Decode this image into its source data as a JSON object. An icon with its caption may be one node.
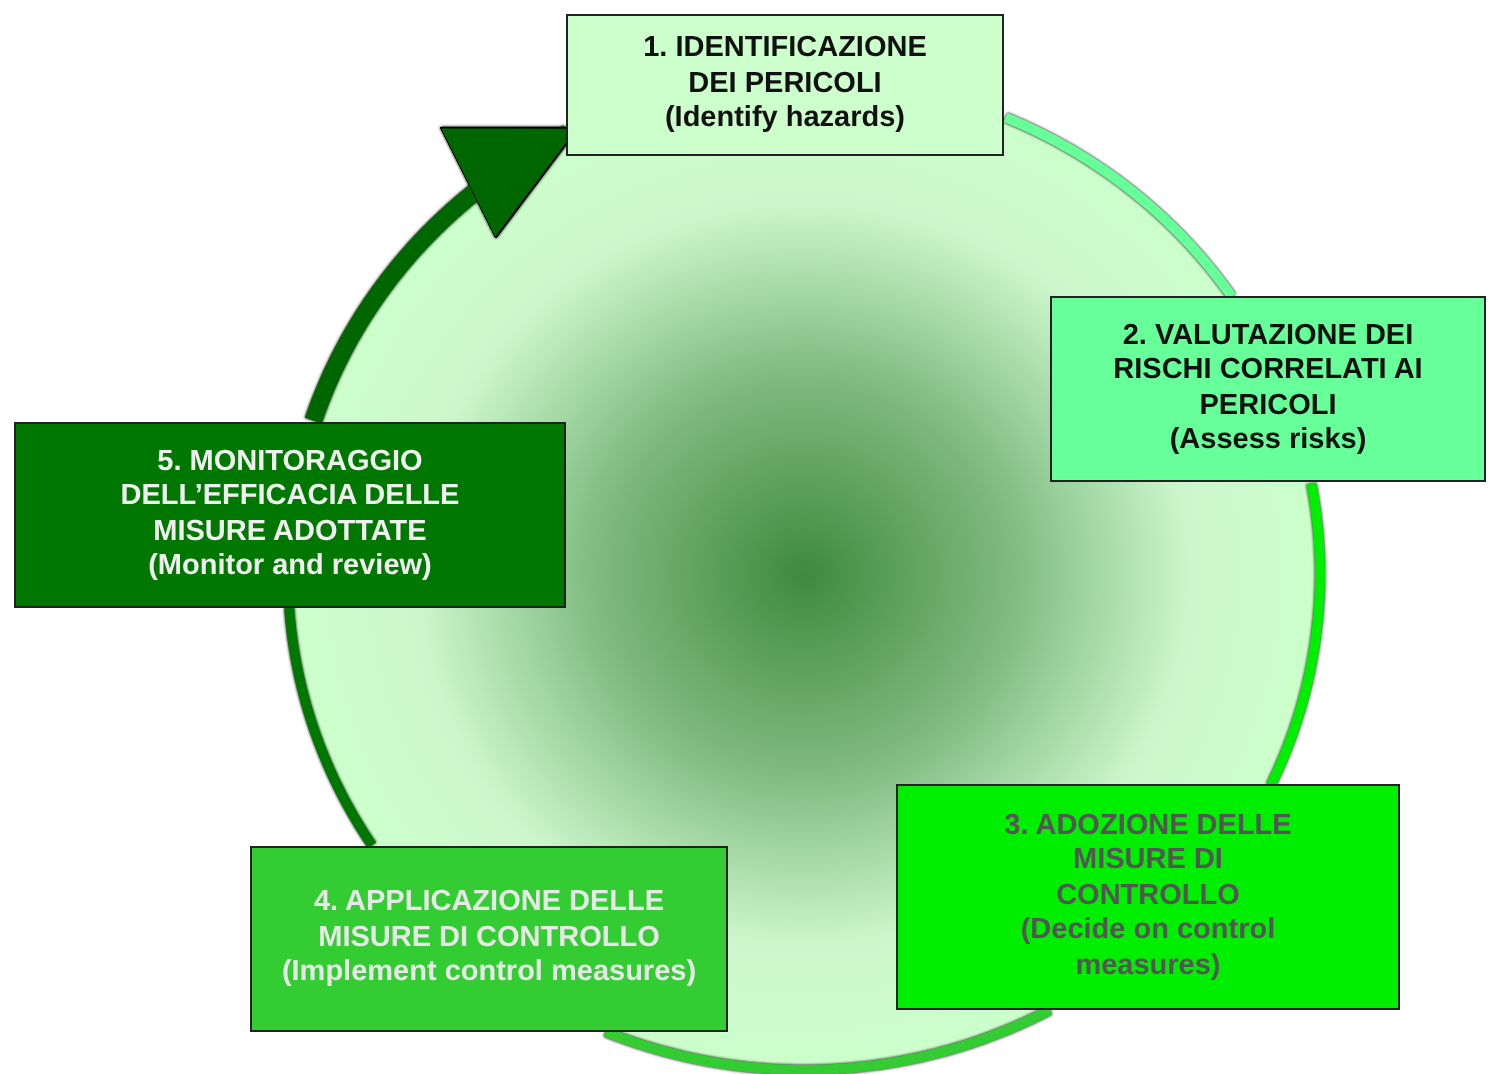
{
  "diagram": {
    "nodes": [
      {
        "text": [
          "1. IDENTIFICAZIONE DEI PERICOLI",
          "(Identify hazards)"
        ]
      },
      {
        "text": [
          "2. VALUTAZIONE DEI RISCHI CORRELATI AI PERICOLI",
          "(Assess risks)"
        ]
      },
      {
        "text": [
          "3. ADOZIONE DELLE MISURE DI CONTROLLO",
          "(Decide on control measures)"
        ]
      },
      {
        "text": [
          "4. APPLICAZIONE DELLE MISURE DI CONTROLLO",
          "(Implement control measures)"
        ]
      },
      {
        "text": [
          "5. MONITORAGGIO DELL’EFFICACIA DELLE MISURE ADOTTATE",
          "(Monitor and review)"
        ]
      }
    ],
    "edges": [
      {
        "from": 0,
        "to": 1,
        "arrow": "none",
        "color": "#66ff99"
      },
      {
        "from": 1,
        "to": 2,
        "arrow": "none",
        "color": "#00ee00"
      },
      {
        "from": 2,
        "to": 3,
        "arrow": "none",
        "color": "#33cc33"
      },
      {
        "from": 3,
        "to": 4,
        "arrow": "none",
        "color": "#007700"
      },
      {
        "from": 4,
        "to": 0,
        "arrow": "to",
        "style": "thick",
        "color": "#006600"
      }
    ]
  }
}
